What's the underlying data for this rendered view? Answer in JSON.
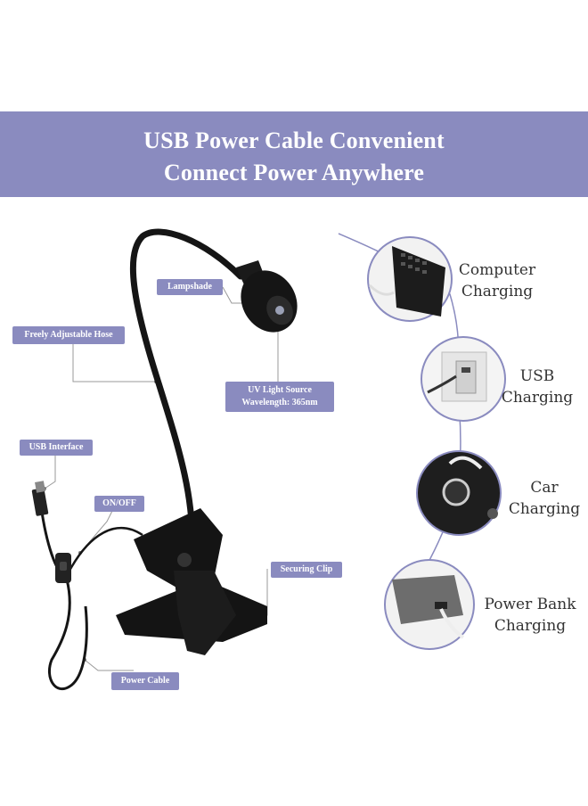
{
  "banner": {
    "line1": "USB Power Cable Convenient",
    "line2": "Connect Power Anywhere"
  },
  "callouts": {
    "lampshade": "Lampshade",
    "hose": "Freely Adjustable Hose",
    "uv_line1": "UV Light Source",
    "uv_line2": "Wavelength: 365nm",
    "usb_interface": "USB Interface",
    "on_off": "ON/OFF",
    "securing_clip": "Securing Clip",
    "power_cable": "Power Cable"
  },
  "features": [
    {
      "line1": "Computer",
      "line2": "Charging",
      "icon": "laptop-icon"
    },
    {
      "line1": "USB",
      "line2": "Charging",
      "icon": "usb-socket-icon"
    },
    {
      "line1": "Car",
      "line2": "Charging",
      "icon": "car-charger-icon"
    },
    {
      "line1": "Power Bank",
      "line2": "Charging",
      "icon": "power-bank-icon"
    }
  ],
  "colors": {
    "accent": "#8a8bbf",
    "lamp": "#151515"
  }
}
